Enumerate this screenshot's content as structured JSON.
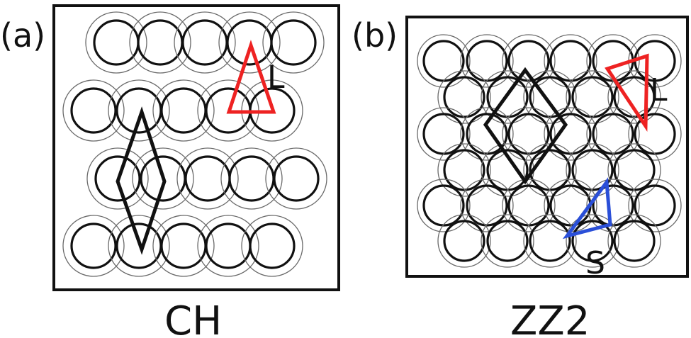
{
  "panels": [
    {
      "id": "a",
      "tag": "(a)",
      "name": "CH",
      "unit_cell": "diamond",
      "motifs": [
        {
          "label": "L",
          "color": "#ee2222"
        }
      ]
    },
    {
      "id": "b",
      "tag": "(b)",
      "name": "ZZ2",
      "unit_cell": "diamond",
      "motifs": [
        {
          "label": "L",
          "color": "#ee2222"
        },
        {
          "label": "S",
          "color": "#2a4fd8"
        }
      ]
    }
  ],
  "colors": {
    "ring_inner": "#111111",
    "ring_outer": "#6a6a6a",
    "unit_cell": "#111111"
  }
}
